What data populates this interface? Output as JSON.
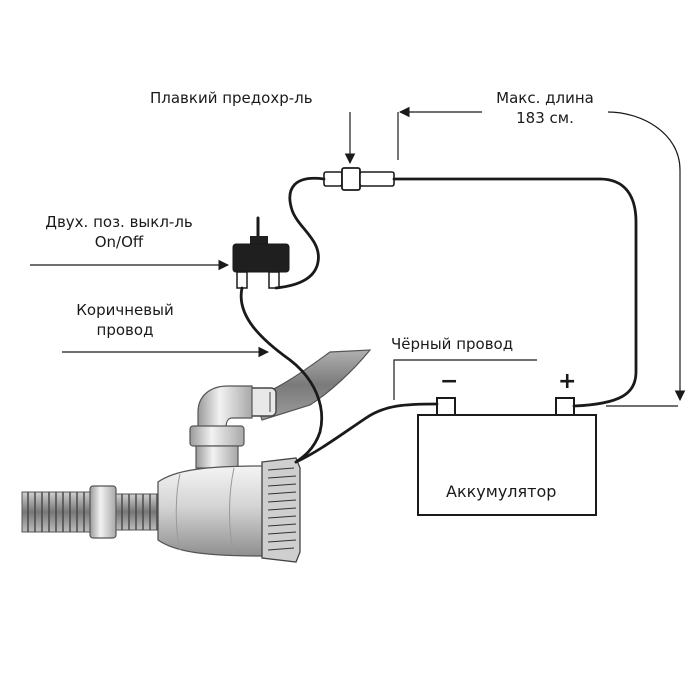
{
  "labels": {
    "fuse": "Плавкий предохр-ль",
    "max_length_line1": "Макс. длина",
    "max_length_line2": "183 см.",
    "switch_line1": "Двух. поз. выкл-ль",
    "switch_line2": "On/Off",
    "brown_wire_line1": "Коричневый",
    "brown_wire_line2": "провод",
    "black_wire": "Чёрный провод",
    "battery": "Аккумулятор",
    "minus": "−",
    "plus": "+"
  },
  "colors": {
    "wire": "#1a1a1a",
    "pump_light": "#e6e6e6",
    "pump_mid": "#bdbdbd",
    "pump_dark": "#8a8a8a",
    "hose": "#9a9a9a",
    "switch_body": "#1f1f1f"
  }
}
